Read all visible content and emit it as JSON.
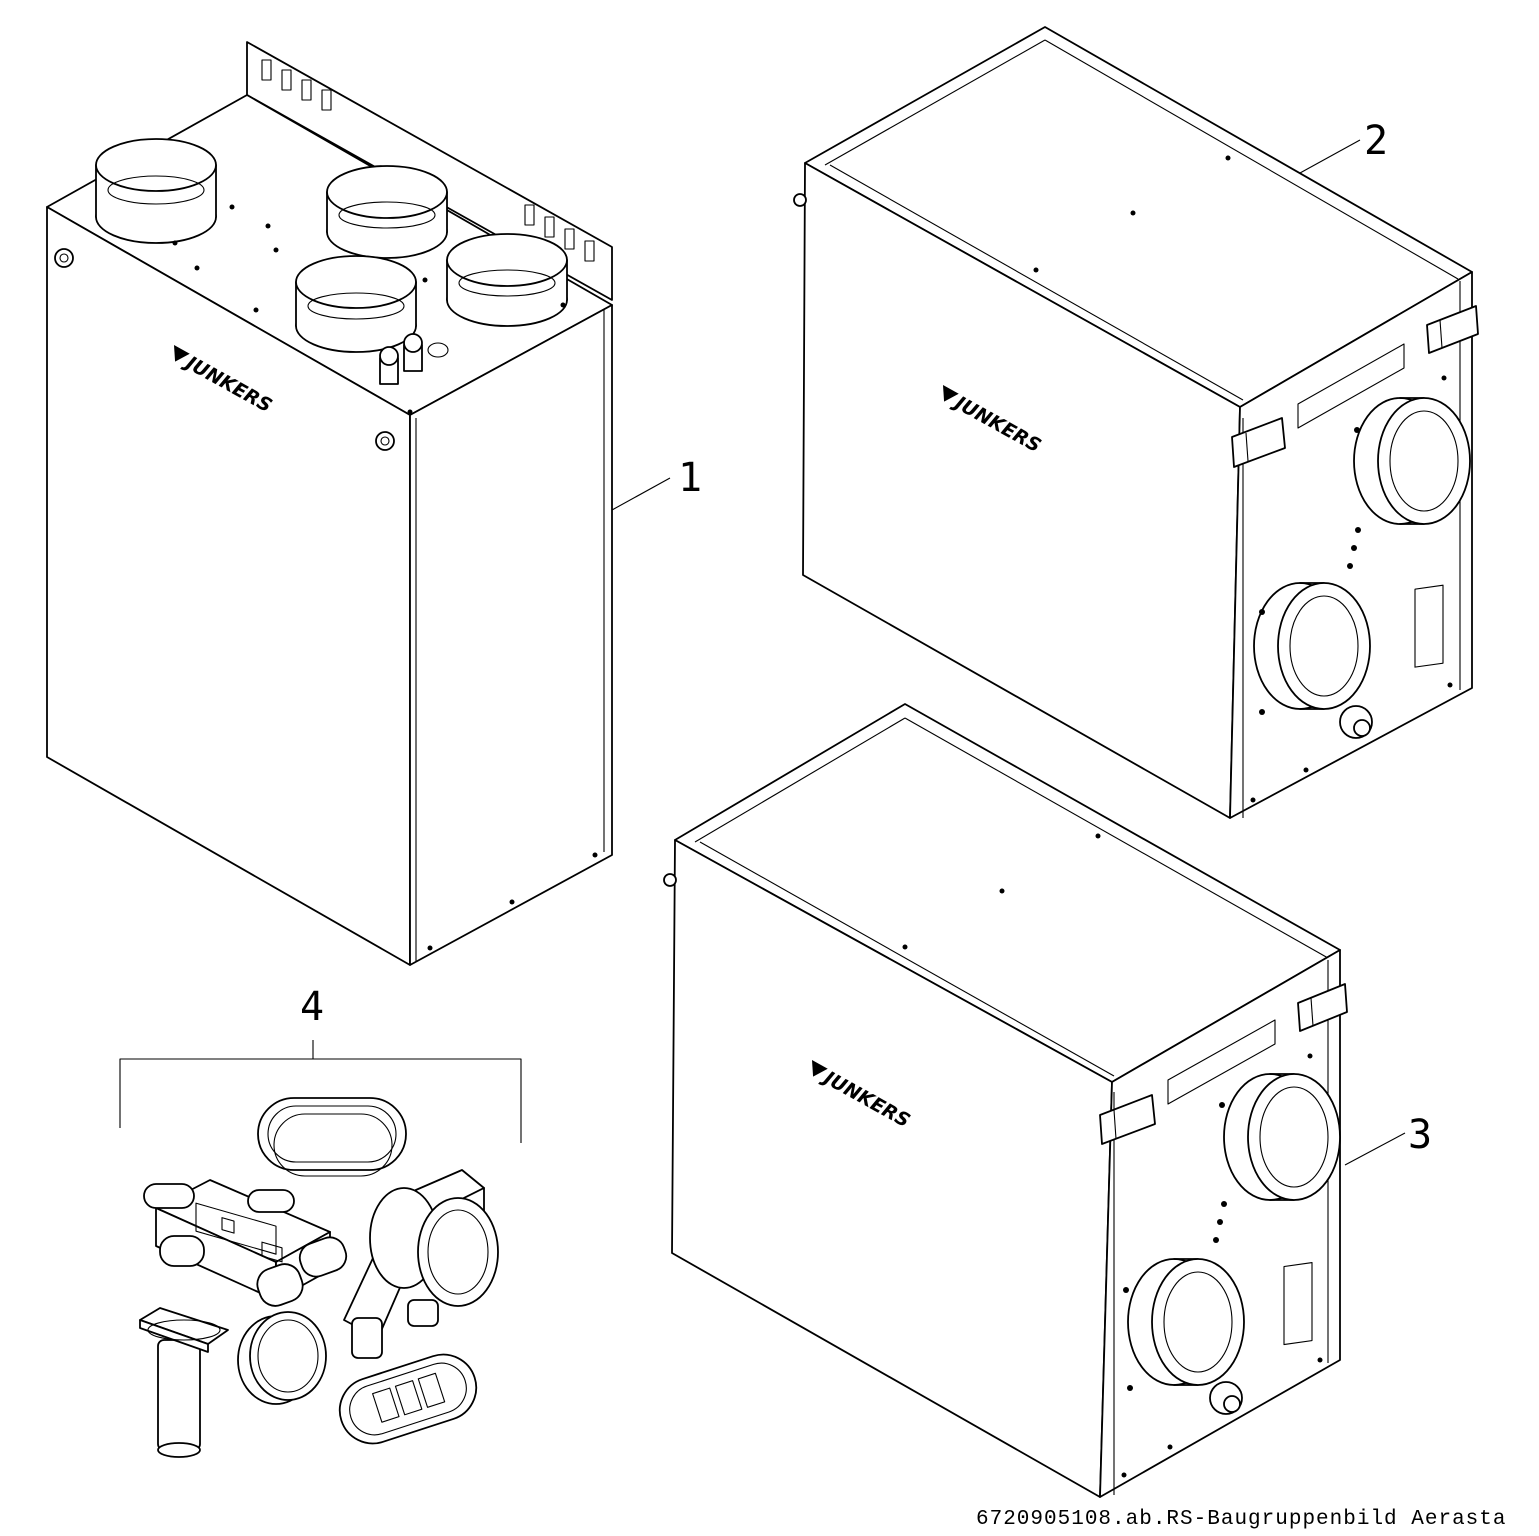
{
  "callouts": [
    {
      "id": "1",
      "label": "1"
    },
    {
      "id": "2",
      "label": "2"
    },
    {
      "id": "3",
      "label": "3"
    },
    {
      "id": "4",
      "label": "4"
    }
  ],
  "brand": "JUNKERS",
  "footer": "6720905108.ab.RS-Baugruppenbild Aerasta"
}
